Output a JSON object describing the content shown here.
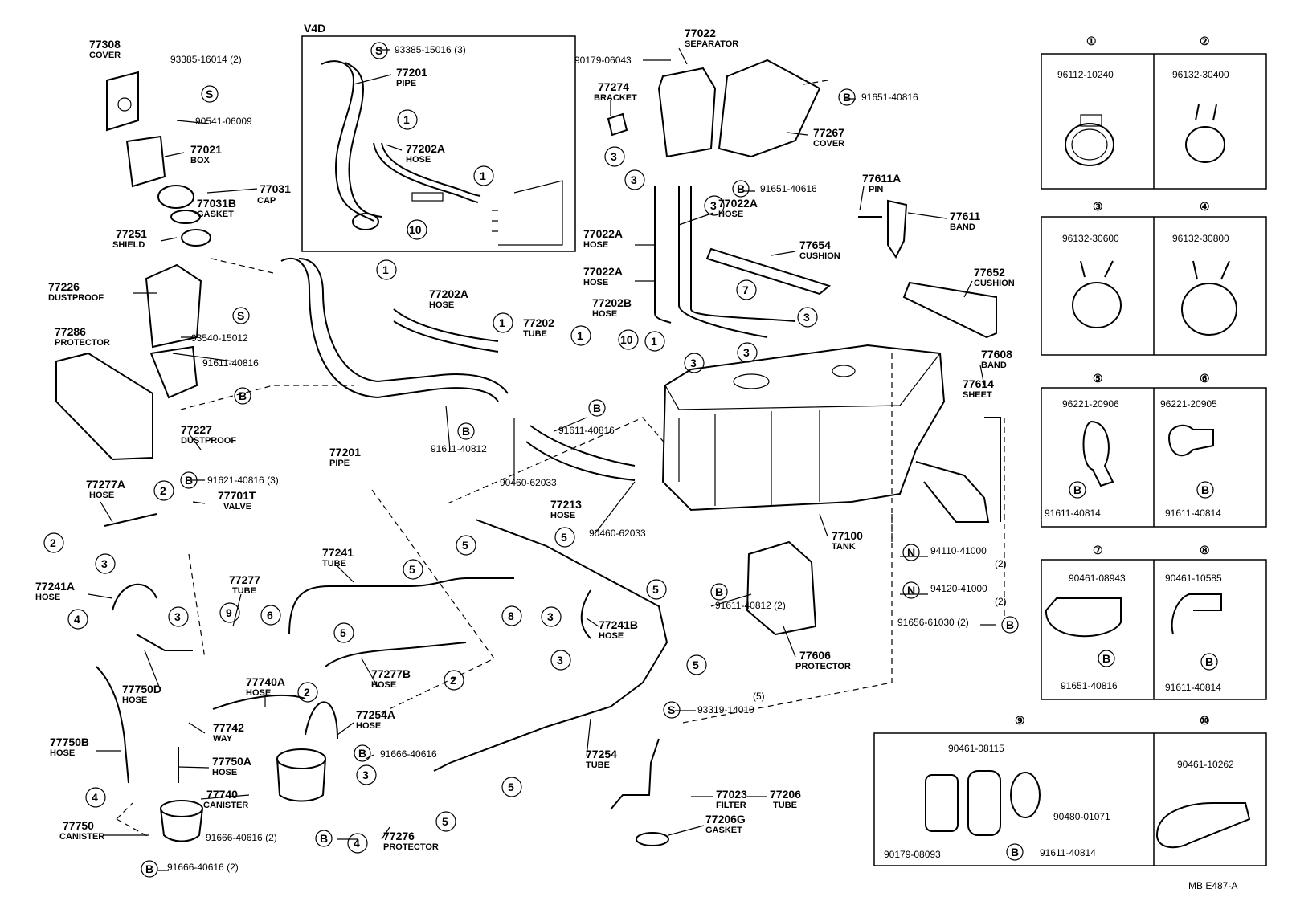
{
  "inset_title": "V4D",
  "footer_code": "MB  E487-A",
  "circle_letters": {
    "s": "S",
    "b": "B",
    "n": "N"
  },
  "callouts": {
    "c77308": {
      "pn": "77308",
      "name": "COVER"
    },
    "c93385a": {
      "pn": "93385-16014 (2)"
    },
    "c90541": {
      "pn": "90541-06009"
    },
    "c77021": {
      "pn": "77021",
      "name": "BOX"
    },
    "c77031": {
      "pn": "77031",
      "name": "CAP"
    },
    "c77031b": {
      "pn": "77031B",
      "name": "GASKET"
    },
    "c77251": {
      "pn": "77251",
      "name": "SHIELD"
    },
    "c77226": {
      "pn": "77226",
      "name": "DUSTPROOF"
    },
    "c93540": {
      "pn": "93540-15012"
    },
    "c77286": {
      "pn": "77286",
      "name": "PROTECTOR"
    },
    "c91611a": {
      "pn": "91611-40816"
    },
    "c77227": {
      "pn": "77227",
      "name": "DUSTPROOF"
    },
    "c91621": {
      "pn": "91621-40816 (3)"
    },
    "c77277a": {
      "pn": "77277A",
      "name": "HOSE"
    },
    "c77701t": {
      "pn": "77701T",
      "name": "VALVE"
    },
    "c77241a": {
      "pn": "77241A",
      "name": "HOSE"
    },
    "c77277": {
      "pn": "77277",
      "name": "TUBE"
    },
    "c77241": {
      "pn": "77241",
      "name": "TUBE"
    },
    "c77750d": {
      "pn": "77750D",
      "name": "HOSE"
    },
    "c77740a": {
      "pn": "77740A",
      "name": "HOSE"
    },
    "c77277b": {
      "pn": "77277B",
      "name": "HOSE"
    },
    "c77742": {
      "pn": "77742",
      "name": "WAY"
    },
    "c77750b": {
      "pn": "77750B",
      "name": "HOSE"
    },
    "c77750a": {
      "pn": "77750A",
      "name": "HOSE"
    },
    "c77254a": {
      "pn": "77254A",
      "name": "HOSE"
    },
    "c91666a": {
      "pn": "91666-40616"
    },
    "c77740": {
      "pn": "77740",
      "name": "CANISTER"
    },
    "c77750": {
      "pn": "77750",
      "name": "CANISTER"
    },
    "c91666b": {
      "pn": "91666-40616 (2)"
    },
    "c91666c": {
      "pn": "91666-40616 (2)"
    },
    "c77276": {
      "pn": "77276",
      "name": "PROTECTOR"
    },
    "c93385b": {
      "pn": "93385-15016 (3)"
    },
    "c77201i": {
      "pn": "77201",
      "name": "PIPE"
    },
    "c77202ai": {
      "pn": "77202A",
      "name": "HOSE"
    },
    "c77201": {
      "pn": "77201",
      "name": "PIPE"
    },
    "c77202a": {
      "pn": "77202A",
      "name": "HOSE"
    },
    "c77202": {
      "pn": "77202",
      "name": "TUBE"
    },
    "c77202b": {
      "pn": "77202B",
      "name": "HOSE"
    },
    "c91611b": {
      "pn": "91611-40812"
    },
    "c91611c": {
      "pn": "91611-40816"
    },
    "c90460a": {
      "pn": "90460-62033"
    },
    "c77213": {
      "pn": "77213",
      "name": "HOSE"
    },
    "c90460b": {
      "pn": "90460-62033"
    },
    "c90179": {
      "pn": "90179-06043"
    },
    "c77022": {
      "pn": "77022",
      "name": "SEPARATOR"
    },
    "c77274": {
      "pn": "77274",
      "name": "BRACKET"
    },
    "c91651a": {
      "pn": "91651-40816"
    },
    "c77267": {
      "pn": "77267",
      "name": "COVER"
    },
    "c91651b": {
      "pn": "91651-40616"
    },
    "c77611a": {
      "pn": "77611A",
      "name": "PIN"
    },
    "c77611": {
      "pn": "77611",
      "name": "BAND"
    },
    "c77022a1": {
      "pn": "77022A",
      "name": "HOSE"
    },
    "c77022a2": {
      "pn": "77022A",
      "name": "HOSE"
    },
    "c77022a3": {
      "pn": "77022A",
      "name": "HOSE"
    },
    "c77654": {
      "pn": "77654",
      "name": "CUSHION"
    },
    "c77652": {
      "pn": "77652",
      "name": "CUSHION"
    },
    "c77608": {
      "pn": "77608",
      "name": "BAND"
    },
    "c77614": {
      "pn": "77614",
      "name": "SHEET"
    },
    "c77100": {
      "pn": "77100",
      "name": "TANK"
    },
    "c94110": {
      "pn": "94110-41000",
      "qty": "(2)"
    },
    "c94120": {
      "pn": "94120-41000",
      "qty": "(2)"
    },
    "c91656": {
      "pn": "91656-61030 (2)"
    },
    "c91611d": {
      "pn": "91611-40812 (2)"
    },
    "c77606": {
      "pn": "77606",
      "name": "PROTECTOR"
    },
    "c77241b": {
      "pn": "77241B",
      "name": "HOSE"
    },
    "c93319": {
      "pn": "93319-14010",
      "qty": "(5)"
    },
    "c77254": {
      "pn": "77254",
      "name": "TUBE"
    },
    "c77023": {
      "pn": "77023",
      "name": "FILTER"
    },
    "c77206": {
      "pn": "77206",
      "name": "TUBE"
    },
    "c77206g": {
      "pn": "77206G",
      "name": "GASKET"
    }
  },
  "legend": [
    {
      "num": "①",
      "parts": [
        "96112-10240"
      ]
    },
    {
      "num": "②",
      "parts": [
        "96132-30400"
      ]
    },
    {
      "num": "③",
      "parts": [
        "96132-30600"
      ]
    },
    {
      "num": "④",
      "parts": [
        "96132-30800"
      ]
    },
    {
      "num": "⑤",
      "parts": [
        "96221-20906",
        "91611-40814"
      ]
    },
    {
      "num": "⑥",
      "parts": [
        "96221-20905",
        "91611-40814"
      ]
    },
    {
      "num": "⑦",
      "parts": [
        "90461-08943",
        "91651-40816"
      ]
    },
    {
      "num": "⑧",
      "parts": [
        "90461-10585",
        "91611-40814"
      ]
    },
    {
      "num": "⑨",
      "parts": [
        "90461-08115",
        "90480-01071",
        "90179-08093",
        "91611-40814"
      ]
    },
    {
      "num": "⑩",
      "parts": [
        "90461-10262"
      ]
    }
  ],
  "clip_refs": {
    "n1": "1",
    "n2": "2",
    "n3": "3",
    "n4": "4",
    "n5": "5",
    "n6": "6",
    "n7": "7",
    "n8": "8",
    "n9": "9",
    "n10": "10"
  }
}
